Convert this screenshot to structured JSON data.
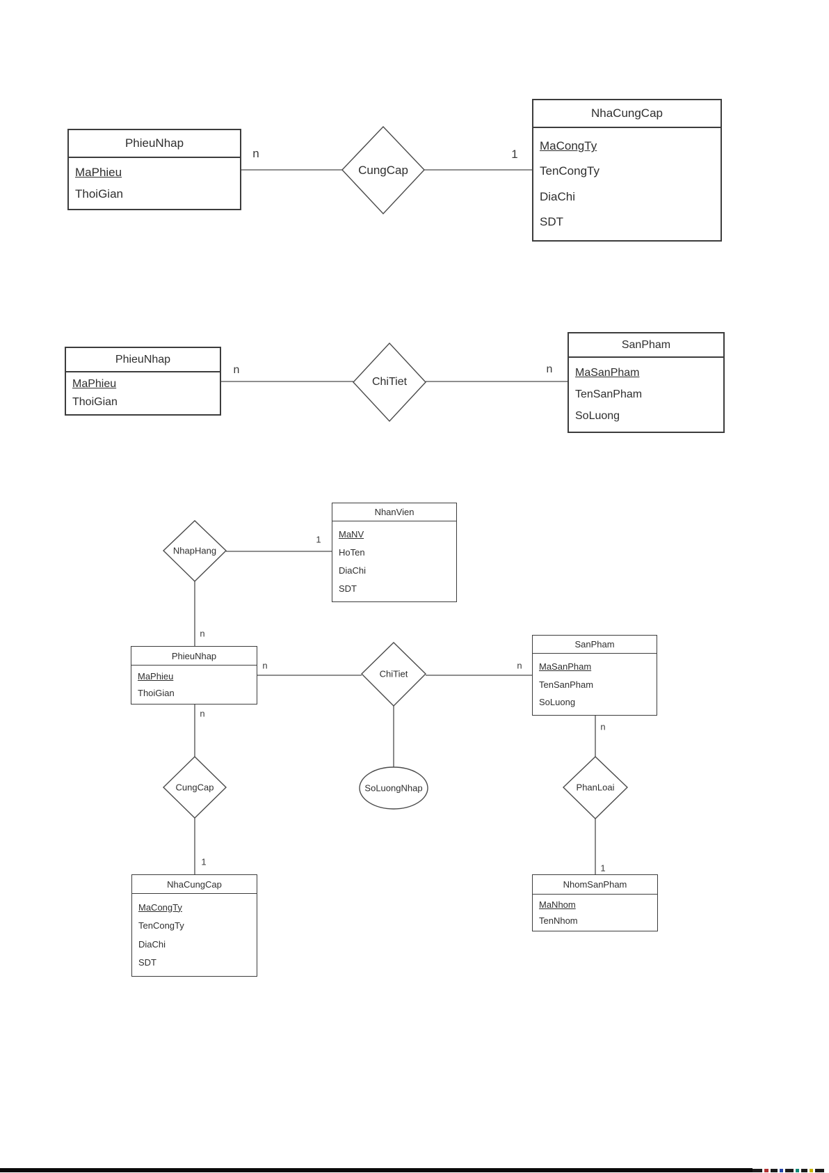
{
  "page": {
    "background": "#ffffff",
    "stroke_color": "#3f3f3f",
    "text_color": "#2e2e2e"
  },
  "diagram1": {
    "entities": {
      "phieunhap": {
        "title": "PhieuNhap",
        "attrs": [
          "MaPhieu",
          "ThoiGian"
        ]
      },
      "nhacungcap": {
        "title": "NhaCungCap",
        "attrs": [
          "MaCongTy",
          "TenCongTy",
          "DiaChi",
          "SDT"
        ]
      }
    },
    "relationship": "CungCap",
    "cardinality_left": "n",
    "cardinality_right": "1"
  },
  "diagram2": {
    "entities": {
      "phieunhap": {
        "title": "PhieuNhap",
        "attrs": [
          "MaPhieu",
          "ThoiGian"
        ]
      },
      "sanpham": {
        "title": "SanPham",
        "attrs": [
          "MaSanPham",
          "TenSanPham",
          "SoLuong"
        ]
      }
    },
    "relationship": "ChiTiet",
    "cardinality_left": "n",
    "cardinality_right": "n"
  },
  "diagram3": {
    "entities": {
      "nhanvien": {
        "title": "NhanVien",
        "attrs": [
          "MaNV",
          "HoTen",
          "DiaChi",
          "SDT"
        ]
      },
      "phieunhap": {
        "title": "PhieuNhap",
        "attrs": [
          "MaPhieu",
          "ThoiGian"
        ]
      },
      "sanpham": {
        "title": "SanPham",
        "attrs": [
          "MaSanPham",
          "TenSanPham",
          "SoLuong"
        ]
      },
      "nhacungcap": {
        "title": "NhaCungCap",
        "attrs": [
          "MaCongTy",
          "TenCongTy",
          "DiaChi",
          "SDT"
        ]
      },
      "nhomsanpham": {
        "title": "NhomSanPham",
        "attrs": [
          "MaNhom",
          "TenNhom"
        ]
      }
    },
    "relationships": {
      "nhaphang": "NhapHang",
      "chitiet": "ChiTiet",
      "cungcap": "CungCap",
      "phanloai": "PhanLoai"
    },
    "attribute_ellipse": "SoLuongNhap",
    "cardinalities": {
      "nhaphang_nhanvien": "1",
      "nhaphang_phieunhap": "n",
      "phieunhap_chitiet": "n",
      "chitiet_sanpham": "n",
      "phieunhap_cungcap": "n",
      "cungcap_nhacungcap": "1",
      "sanpham_phanloai": "n",
      "phanloai_nhomsanpham": "1"
    }
  }
}
